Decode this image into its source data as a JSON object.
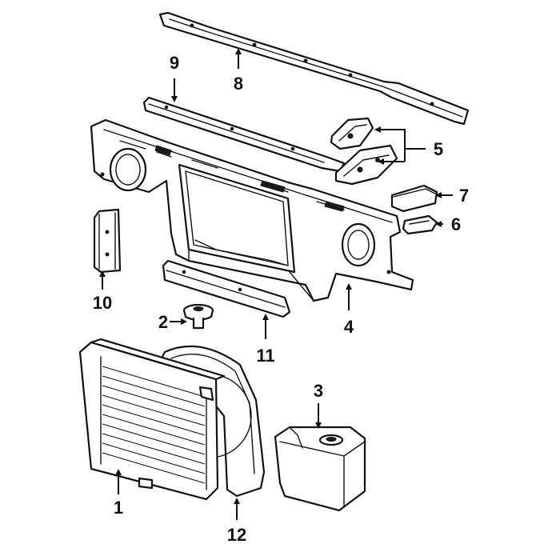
{
  "callouts": {
    "c1": "1",
    "c2": "2",
    "c3": "3",
    "c4": "4",
    "c5": "5",
    "c6": "6",
    "c7": "7",
    "c8": "8",
    "c9": "9",
    "c10": "10",
    "c11": "11",
    "c12": "12"
  },
  "colors": {
    "ink": "#111111",
    "paper": "#ffffff"
  }
}
